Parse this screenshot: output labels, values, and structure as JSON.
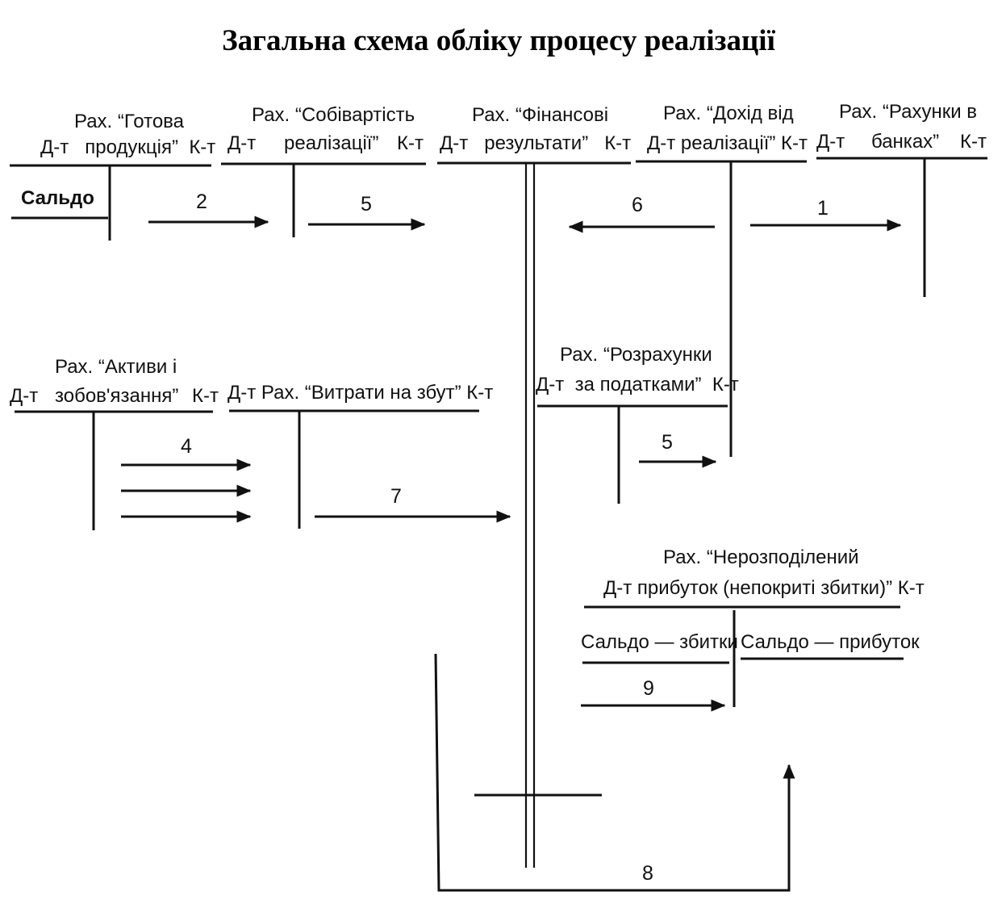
{
  "title": "Загальна схема обліку процесу реалізації",
  "accounts": {
    "finished_goods": {
      "line1": "Рах. “Готова",
      "line2": "Д-т   продукція”  К-т",
      "saldo": "Сальдо"
    },
    "cost_of_sales": {
      "line1": "Рах. “Собівартість",
      "debit": "Д-т",
      "line2": "реалізації”",
      "credit": "К-т"
    },
    "financial_results": {
      "line1": "Рах. “Фінансові",
      "line2": "Д-т   результати”   К-т"
    },
    "sales_income": {
      "line1": "Рах. “Дохід від",
      "line2": "Д-т реалізації” К-т"
    },
    "bank_accounts": {
      "line1": "Рах. “Рахунки в",
      "debit": "Д-т",
      "line2": "банках”",
      "credit": "К-т"
    },
    "assets_liabilities": {
      "line1": "Рах. “Активи і",
      "debit": "Д-т",
      "line2": "зобов'язання”",
      "credit": "К-т"
    },
    "selling_expenses": {
      "line1": "Д-т Рах. “Витрати на збут” К-т"
    },
    "tax_settlements": {
      "line1": "Рах. “Розрахунки",
      "line2": "Д-т  за податками”  К-т"
    },
    "retained_earnings": {
      "line1": "Рах. “Нерозподілений",
      "line2": "Д-т прибуток (непокриті збитки)” К-т",
      "saldo_loss": "Сальдо — збитки",
      "saldo_profit": "Сальдо — прибуток"
    }
  },
  "arrows": {
    "a1": "1",
    "a2": "2",
    "a4": "4",
    "a5a": "5",
    "a5b": "5",
    "a6": "6",
    "a7": "7",
    "a8": "8",
    "a9": "9"
  }
}
